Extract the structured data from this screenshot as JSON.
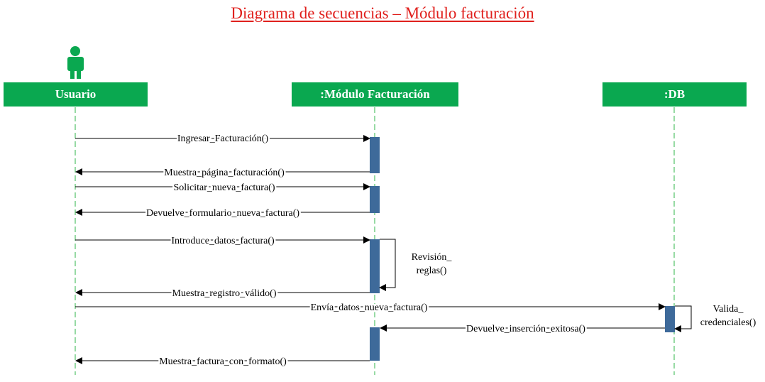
{
  "title": "Diagrama de secuencias – Módulo facturación",
  "colors": {
    "title": "#e0201d",
    "header": "#0aa850",
    "lifeline": "#2fb44a",
    "activation": "#3e6a9a"
  },
  "actor": {
    "icon": "person-icon"
  },
  "lanes": [
    {
      "id": "usuario",
      "label": "Usuario"
    },
    {
      "id": "modulo",
      "label": ":Módulo Facturación"
    },
    {
      "id": "db",
      "label": ":DB"
    }
  ],
  "messages": [
    {
      "from": "usuario",
      "to": "modulo",
      "label": "Ingresar_Facturación()"
    },
    {
      "from": "modulo",
      "to": "usuario",
      "label": "Muestra_página_facturación()"
    },
    {
      "from": "usuario",
      "to": "modulo",
      "label": "Solicitar_nueva_factura()"
    },
    {
      "from": "modulo",
      "to": "usuario",
      "label": "Devuelve_formulario_nueva_factura()"
    },
    {
      "from": "usuario",
      "to": "modulo",
      "label": "Introduce_datos_factura()"
    },
    {
      "from": "modulo",
      "to": "usuario",
      "label": "Muestra_registro_válido()"
    },
    {
      "from": "usuario",
      "to": "db",
      "label": "Envía_datos_nueva_factura()"
    },
    {
      "from": "db",
      "to": "modulo",
      "label": "Devuelve_inserción_exitosa()"
    },
    {
      "from": "modulo",
      "to": "usuario",
      "label": "Muestra_factura_con_formato()"
    }
  ],
  "self_messages": [
    {
      "lane": "modulo",
      "label_lines": [
        "Revisión_",
        "reglas()"
      ]
    },
    {
      "lane": "db",
      "label_lines": [
        "Valida_",
        "credenciales()"
      ]
    }
  ]
}
